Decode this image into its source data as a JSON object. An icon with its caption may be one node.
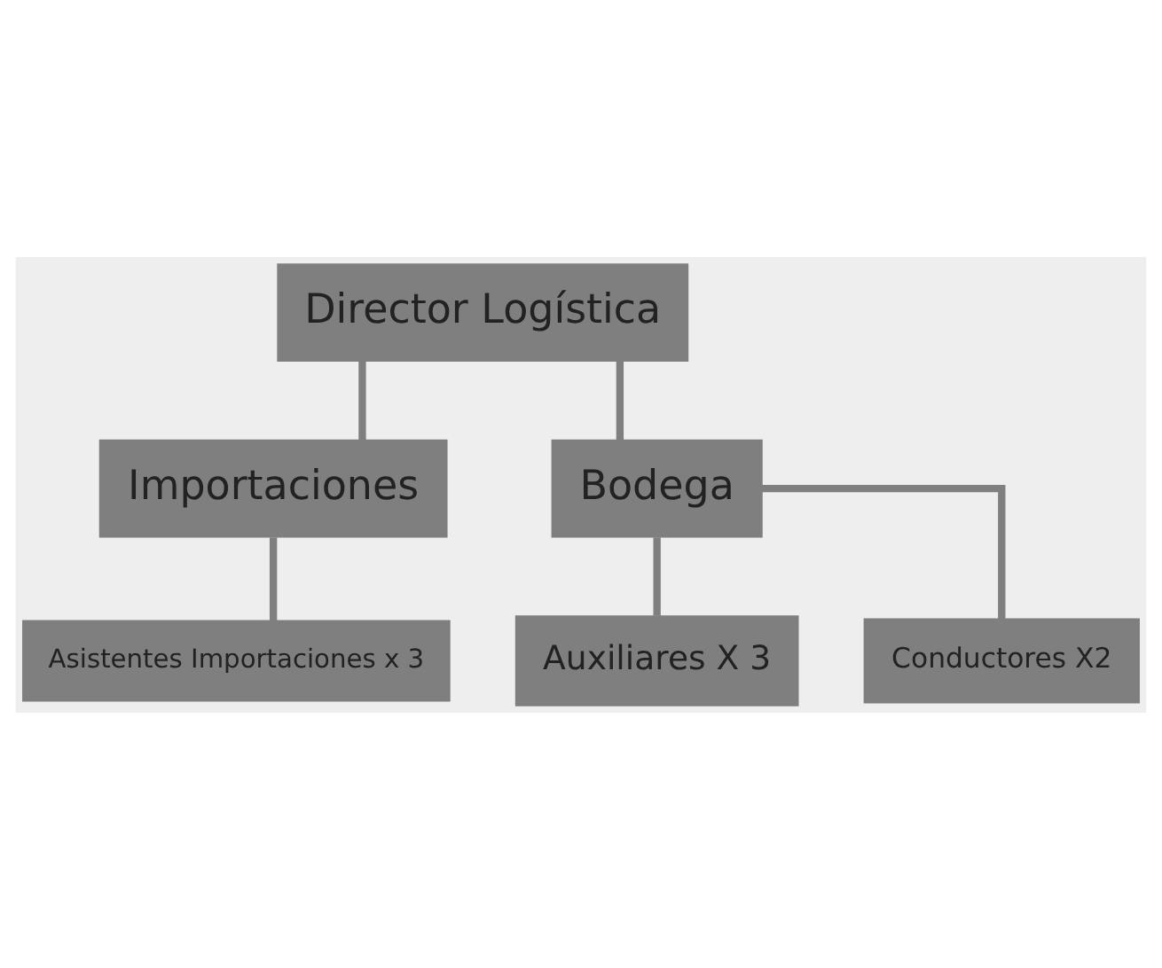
{
  "diagram": {
    "nodes": [
      {
        "text": [
          "Director Logística"
        ]
      },
      {
        "text": [
          "Importaciones"
        ]
      },
      {
        "text": [
          "Bodega"
        ]
      },
      {
        "text": [
          "Asistentes Importaciones x 3"
        ]
      },
      {
        "text": [
          "Auxiliares X 3"
        ]
      },
      {
        "text": [
          "Conductores X2"
        ]
      }
    ],
    "edges": [
      {
        "from": 0,
        "to": 1,
        "arrow": "none"
      },
      {
        "from": 0,
        "to": 2,
        "arrow": "none"
      },
      {
        "from": 1,
        "to": 3,
        "arrow": "none"
      },
      {
        "from": 2,
        "to": 4,
        "arrow": "none"
      },
      {
        "from": 2,
        "to": 5,
        "arrow": "none"
      }
    ]
  }
}
